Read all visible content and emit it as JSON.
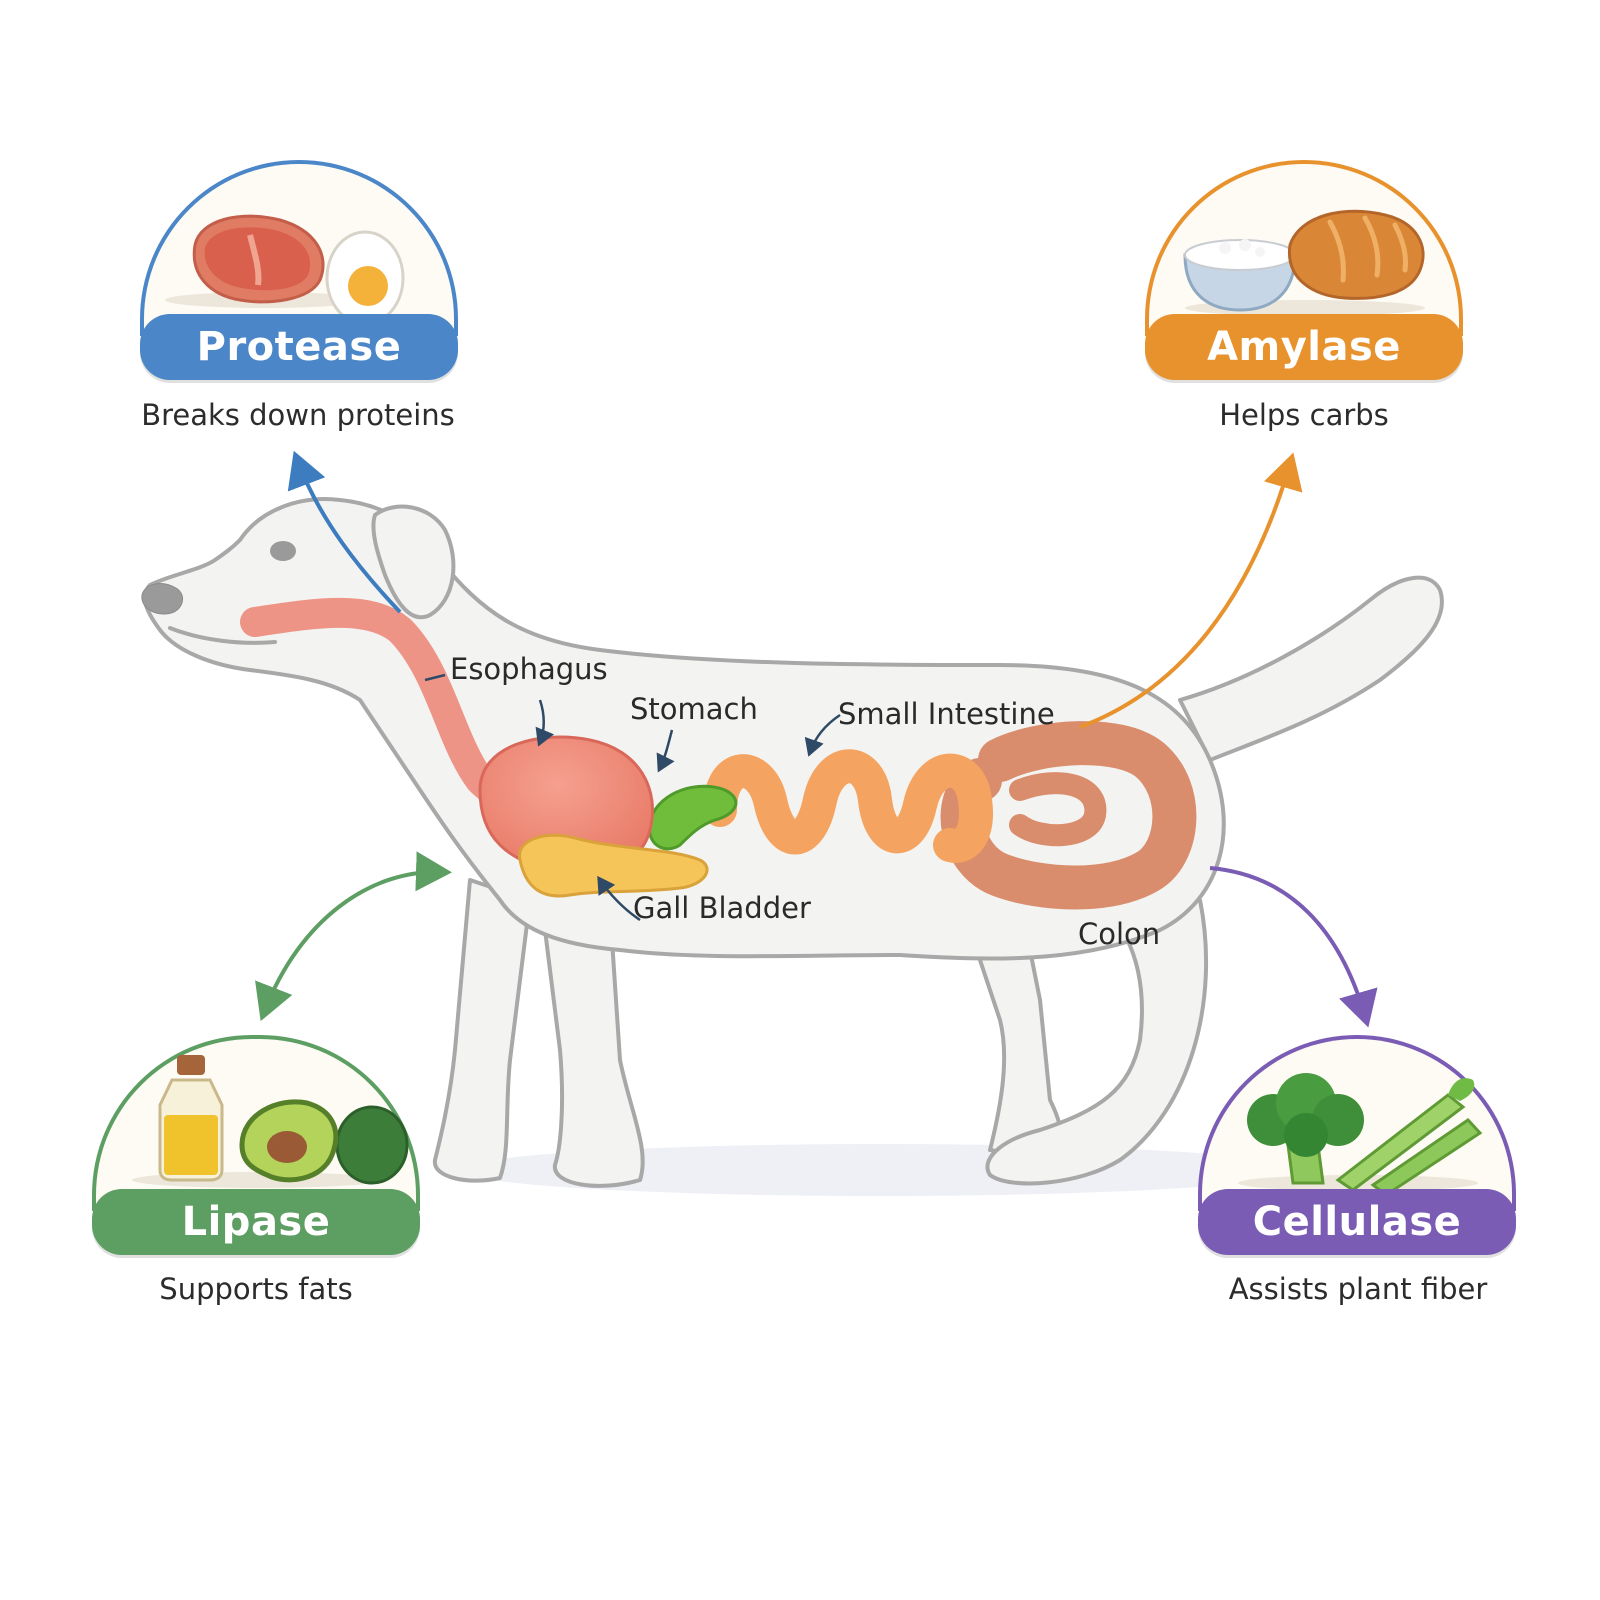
{
  "enzymes": [
    {
      "id": "protease",
      "name": "Protease",
      "caption": "Breaks down proteins",
      "color": "#4a86c8",
      "icons": [
        "steak-icon",
        "egg-icon"
      ]
    },
    {
      "id": "amylase",
      "name": "Amylase",
      "caption": "Helps carbs",
      "color": "#e8922e",
      "icons": [
        "rice-bowl-icon",
        "bread-icon"
      ]
    },
    {
      "id": "lipase",
      "name": "Lipase",
      "caption": "Supports fats",
      "color": "#5d9e62",
      "icons": [
        "oil-bottle-icon",
        "avocado-icon"
      ]
    },
    {
      "id": "cellulase",
      "name": "Cellulase",
      "caption": "Assists plant fiber",
      "color": "#7a5cb4",
      "icons": [
        "broccoli-icon",
        "celery-icon"
      ]
    }
  ],
  "organs": {
    "esophagus": "Esophagus",
    "stomach": "Stomach",
    "small_intestine": "Small Intestine",
    "gall_bladder": "Gall Bladder",
    "colon": "Colon"
  },
  "colors": {
    "dog_fill": "#f3f3f1",
    "dog_outline": "#a8a8a8",
    "esophagus": "#ee9487",
    "stomach": "#ee8776",
    "gall_bladder": "#6fbd3a",
    "pancreas": "#f5c55a",
    "small_intestine": "#f4a460",
    "colon": "#d98d6d"
  }
}
